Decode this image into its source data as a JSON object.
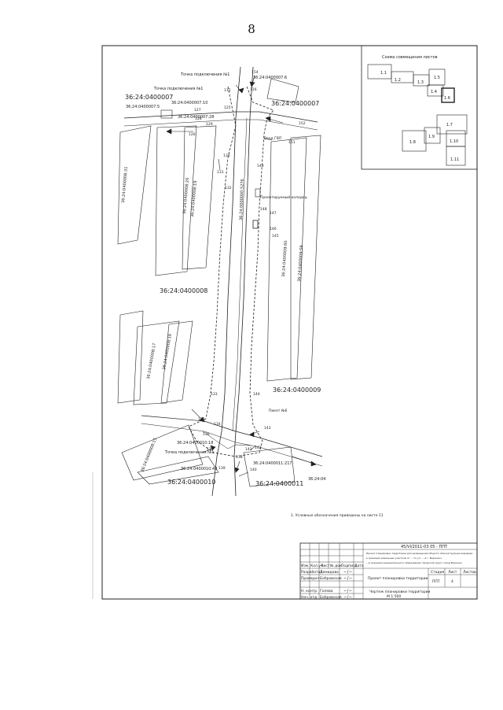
{
  "page": {
    "number": "8"
  },
  "overview": {
    "title": "Схема совмещения листов",
    "sheets": [
      "1.1",
      "1.2",
      "1.3",
      "1.5",
      "1.4",
      "1.6",
      "1.7",
      "1.8",
      "1.9",
      "1.10",
      "1.11"
    ]
  },
  "parcels": {
    "p_7_6": "36:24:0400007:6",
    "p_7": "36:24:0400007",
    "p_7_10": "36:24:0400007:10",
    "p_7_5": "36:24:0400007:5",
    "p_7_28": "36:24:0400007:28",
    "p_8_31": "36:24:0400008:31",
    "p_8_20": "36:24:0400008:20",
    "p_8_19": "36:24:0400008:19",
    "p_road": "36:24:0000000:5276",
    "p_9_60": "36:24:0400009:60",
    "p_9_59": "36:24:0400009:59",
    "p_8": "36:24:0400008",
    "p_8_17": "36:24:0400008:17",
    "p_8_16": "36:24:0400008:16",
    "p_9": "36:24:0400009",
    "p_8_15": "36:24:0400008:15",
    "p_10_18": "36:24:0400010:18",
    "p_10_48": "36:24:0400010:48",
    "p_10": "36:24:0400010",
    "p_11_217": "36:24:0400011:217",
    "p_11": "36:24:0400011",
    "p_edge": "36:24:04"
  },
  "labels": {
    "connection_1": "Точка подключения №1",
    "connection_2": "Точка подключения №1",
    "connection_3": "Точка подключения №1",
    "pump_station": "Проектируемый колодец",
    "picket": "Пикет №6",
    "dim_label": "Ввод ГВП"
  },
  "points": {
    "n115": "115",
    "n116": "116",
    "n154": "154",
    "n125": "125",
    "n127": "127",
    "n128": "128",
    "n129": "129",
    "n126": "126",
    "n152": "152",
    "n151": "151",
    "n130": "130",
    "n131": "131",
    "n132": "132",
    "n149": "149",
    "n148": "148",
    "n147": "147",
    "n146": "146",
    "n145": "145",
    "n133": "133",
    "n144": "144",
    "n135": "135",
    "n134": "134",
    "n136": "136",
    "n137": "137",
    "n143": "143",
    "n142": "142",
    "n141": "141",
    "n138": "138",
    "n139": "139",
    "n140": "140"
  },
  "footnote": "1. Условные обозначения приведены на листе 11",
  "title_block": {
    "doc_code": "45/VI/2011-03 05 - ППТ",
    "project_lines": [
      "Проект планировки территории для размещения объекта «Реконструкция водовода",
      "в границах земельных участков от ... по ул. ... в г. Воронеж»",
      "...в границах муниципального образования городской округ город Воронеж"
    ],
    "section": "Проект планировки территории",
    "sheet_name_line1": "Чертеж планировки территории",
    "sheet_name_line2": "М 1:500",
    "col_headers": [
      "Изм.",
      "Кол.уч.",
      "Лист",
      "№ док.",
      "Подпись",
      "Дата"
    ],
    "roles": [
      "Разработал",
      "Проверил",
      "Н. контр.",
      "Нач. отд."
    ],
    "names": [
      "Демидова",
      "Бобровская",
      "Голева",
      "Бобровская"
    ],
    "stage_header": "Стадия",
    "sheet_header": "Лист",
    "sheets_header": "Листов",
    "stage": "ППТ",
    "sheet": "4",
    "sheets": ""
  }
}
